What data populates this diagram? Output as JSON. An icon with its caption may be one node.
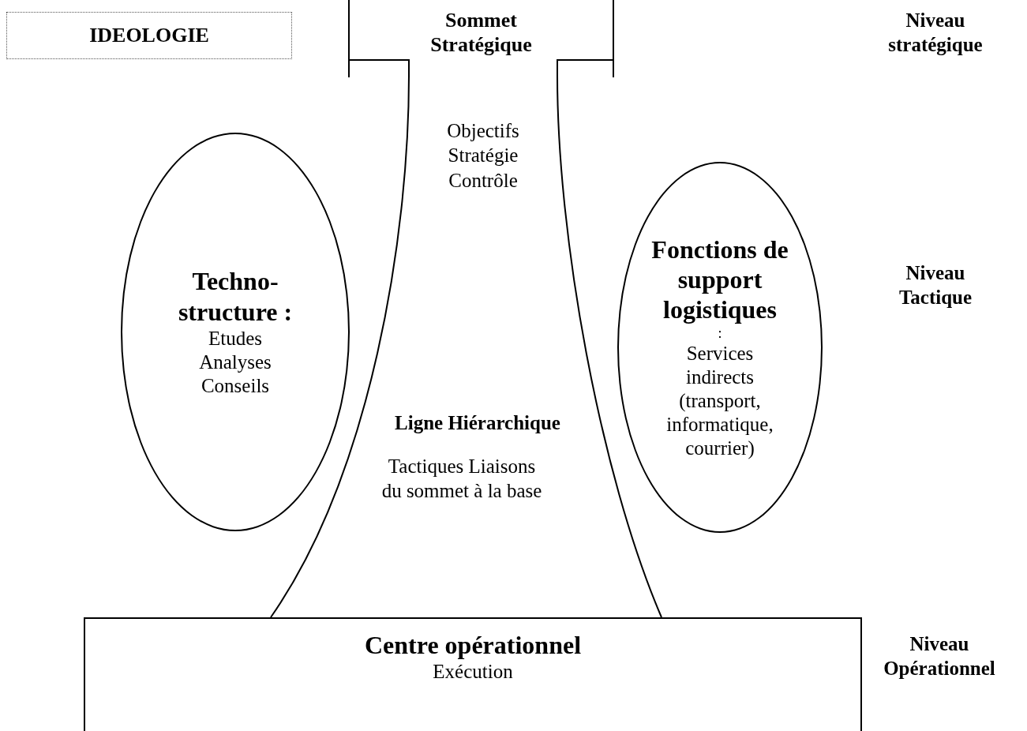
{
  "diagram": {
    "nodes": [
      {
        "text": [
          "IDEOLOGIE"
        ]
      },
      {
        "text": [
          "Sommet Stratégique"
        ]
      },
      {
        "text": [
          "Techno-structure :",
          "Etudes Analyses Conseils"
        ]
      },
      {
        "text": [
          "Fonctions de support logistiques",
          ":",
          "Services indirects (transport, informatique, courrier)"
        ]
      },
      {
        "text": [
          "Centre opérationnel",
          "Exécution"
        ]
      }
    ],
    "edges": [],
    "labels": [
      "Niveau stratégique",
      "Objectifs Stratégie Contrôle",
      "Niveau Tactique",
      "Ligne Hiérarchique",
      "Tactiques Liaisons du sommet à la base",
      "Niveau Opérationnel"
    ]
  }
}
